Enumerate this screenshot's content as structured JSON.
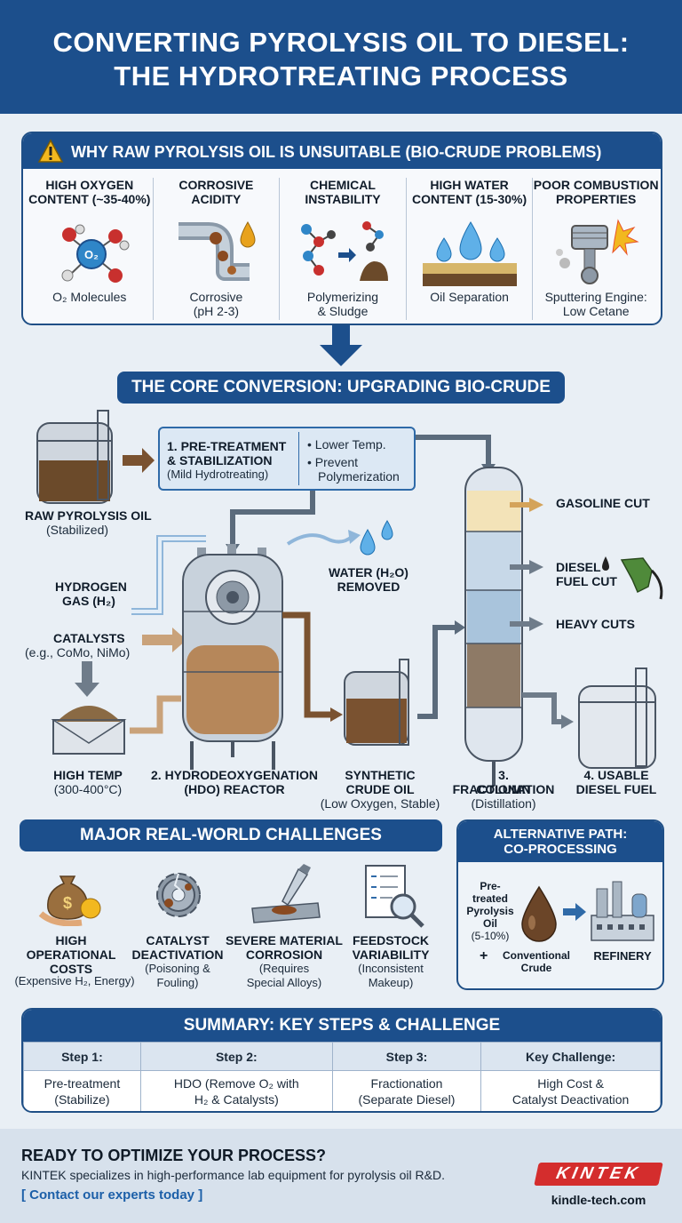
{
  "header": {
    "line1": "CONVERTING PYROLYSIS OIL TO DIESEL:",
    "line2": "THE HYDROTREATING PROCESS"
  },
  "problems": {
    "title": "WHY RAW PYROLYSIS OIL IS UNSUITABLE (BIO-CRUDE PROBLEMS)",
    "items": [
      {
        "t1": "HIGH OXYGEN",
        "t2": "CONTENT (~35-40%)",
        "c1": "O₂ Molecules",
        "c2": "",
        "icon": "o2-molecules-icon",
        "glyph": "O₂"
      },
      {
        "t1": "CORROSIVE",
        "t2": "ACIDITY",
        "c1": "Corrosive",
        "c2": "(pH 2-3)",
        "icon": "corroded-pipe-icon"
      },
      {
        "t1": "CHEMICAL",
        "t2": "INSTABILITY",
        "c1": "Polymerizing",
        "c2": "& Sludge",
        "icon": "polymer-sludge-icon"
      },
      {
        "t1": "HIGH WATER",
        "t2": "CONTENT (15-30%)",
        "c1": "Oil Separation",
        "c2": "",
        "icon": "water-drops-icon"
      },
      {
        "t1": "POOR COMBUSTION",
        "t2": "PROPERTIES",
        "c1": "Sputtering Engine:",
        "c2": "Low Cetane",
        "icon": "engine-piston-icon"
      }
    ]
  },
  "core": {
    "title": "THE CORE CONVERSION: UPGRADING BIO-CRUDE"
  },
  "process": {
    "pretreat": {
      "t1": "1. PRE-TREATMENT",
      "t2": "& STABILIZATION",
      "t3": "(Mild Hydrotreating)",
      "b1": "• Lower Temp.",
      "b2": "• Prevent",
      "b3": "Polymerization"
    },
    "raw": {
      "t1": "RAW PYROLYSIS OIL",
      "t2": "(Stabilized)"
    },
    "hydrogen": {
      "t1": "HYDROGEN",
      "t2": "GAS (H₂)"
    },
    "catalysts": {
      "t1": "CATALYSTS",
      "t2": "(e.g., CoMo, NiMo)"
    },
    "hightemp": {
      "t1": "HIGH TEMP",
      "t2": "(300-400°C)"
    },
    "reactor": {
      "t1": "2. HYDRODEOXYGENATION",
      "t2": "(HDO) REACTOR"
    },
    "water": {
      "t1": "WATER (H₂O)",
      "t2": "REMOVED"
    },
    "synthetic": {
      "t1": "SYNTHETIC",
      "t2": "CRUDE OIL",
      "t3": "(Low Oxygen, Stable)"
    },
    "fraction": {
      "t1": "3. FRACTIONATION",
      "t2": "COLUMN",
      "t3": "(Distillation)"
    },
    "usable": {
      "t1": "4. USABLE",
      "t2": "DIESEL FUEL"
    },
    "gasoline": "GASOLINE CUT",
    "diesel": {
      "t1": "DIESEL",
      "t2": "FUEL CUT"
    },
    "heavy": "HEAVY CUTS"
  },
  "challenges": {
    "title": "MAJOR REAL-WORLD CHALLENGES",
    "items": [
      {
        "t1": "HIGH",
        "t2": "OPERATIONAL",
        "t3": "COSTS",
        "c1": "(Expensive H₂, Energy)",
        "c2": "",
        "icon": "money-bag-icon"
      },
      {
        "t1": "CATALYST",
        "t2": "DEACTIVATION",
        "t3": "",
        "c1": "(Poisoning &",
        "c2": "Fouling)",
        "icon": "broken-gear-icon"
      },
      {
        "t1": "SEVERE MATERIAL",
        "t2": "CORROSION",
        "t3": "",
        "c1": "(Requires",
        "c2": "Special Alloys)",
        "icon": "corrosion-icon"
      },
      {
        "t1": "FEEDSTOCK",
        "t2": "VARIABILITY",
        "t3": "",
        "c1": "(Inconsistent",
        "c2": "Makeup)",
        "icon": "checklist-magnifier-icon"
      }
    ]
  },
  "alternative": {
    "title1": "ALTERNATIVE PATH:",
    "title2": "CO-PROCESSING",
    "p1": "Pre-",
    "p2": "treated",
    "p3": "Pyrolysis",
    "p4": "Oil",
    "p5": "(5-10%)",
    "plus": "+",
    "conv1": "Conventional",
    "conv2": "Crude",
    "refinery": "REFINERY"
  },
  "summary": {
    "title": "SUMMARY: KEY STEPS & CHALLENGE",
    "headers": [
      "Step 1:",
      "Step 2:",
      "Step 3:",
      "Key Challenge:"
    ],
    "row1": [
      "Pre-treatment",
      "HDO (Remove O₂ with",
      "Fractionation",
      "High Cost &"
    ],
    "row2": [
      "(Stabilize)",
      "H₂ & Catalysts)",
      "(Separate Diesel)",
      "Catalyst Deactivation"
    ]
  },
  "footer": {
    "heading": "READY TO OPTIMIZE YOUR PROCESS?",
    "text": "KINTEK specializes in high-performance lab equipment for pyrolysis oil R&D.",
    "link": "[ Contact our experts today ]",
    "brand": "KINTEK",
    "site": "kindle-tech.com"
  },
  "colors": {
    "navy": "#1c4f8c",
    "oil": "#7a5230",
    "accent": "#e8532a"
  }
}
